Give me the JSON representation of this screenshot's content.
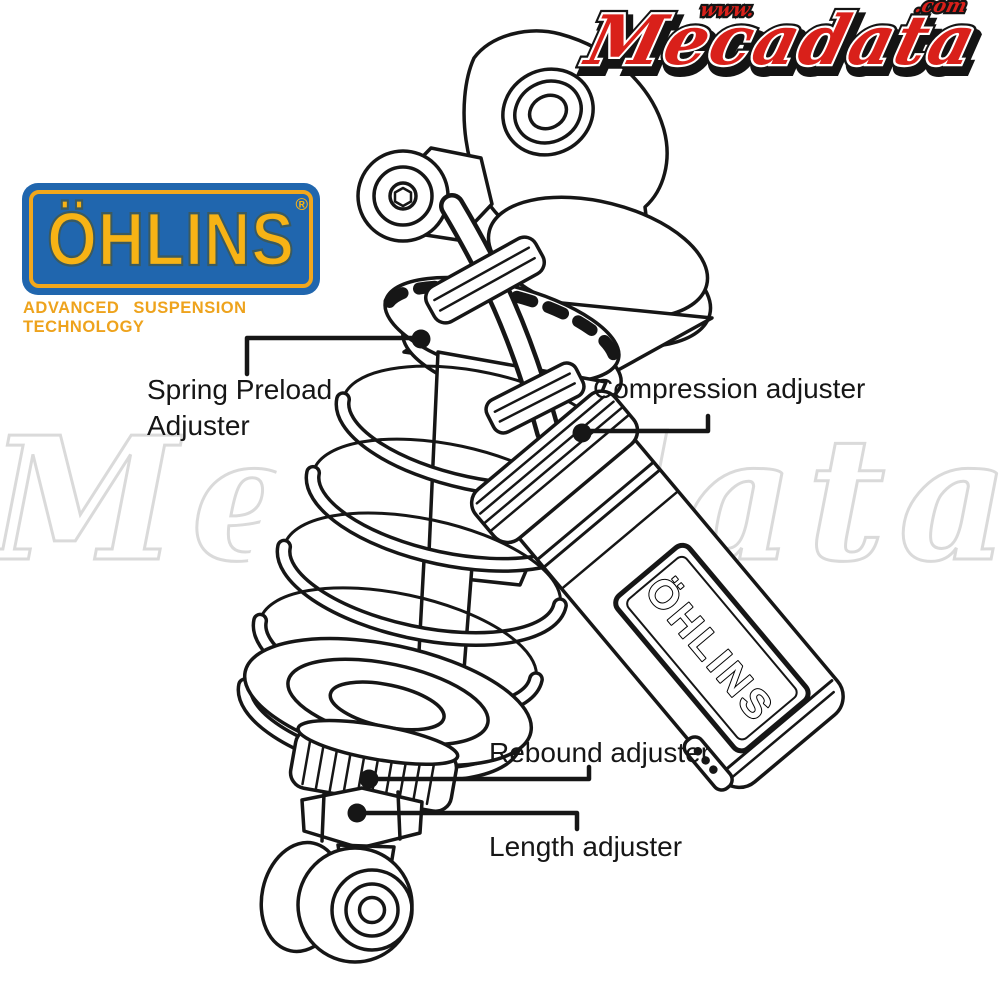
{
  "mecadata_logo": {
    "www_prefix": "www.",
    "brand": "Mecadata",
    "com_suffix": ".com",
    "color": "#d9201a"
  },
  "ohlins_logo": {
    "brand": "ÖHLINS",
    "registered_mark": "®",
    "tagline": "ADVANCED SUSPENSION TECHNOLOGY",
    "box_color": "#2066ae",
    "letter_color": "#f7b315",
    "tagline_color": "#eea31d"
  },
  "watermark": {
    "text": "Mecadata",
    "color": "#dadada"
  },
  "diagram": {
    "reservoir_sticker_text": "ÖHLINS",
    "callouts": {
      "spring_preload": {
        "label_line1": "Spring Preload",
        "label_line2": "Adjuster"
      },
      "compression": {
        "label": "Compression adjuster"
      },
      "rebound": {
        "label": "Rebound adjuster"
      },
      "length": {
        "label": "Length adjuster"
      }
    }
  }
}
